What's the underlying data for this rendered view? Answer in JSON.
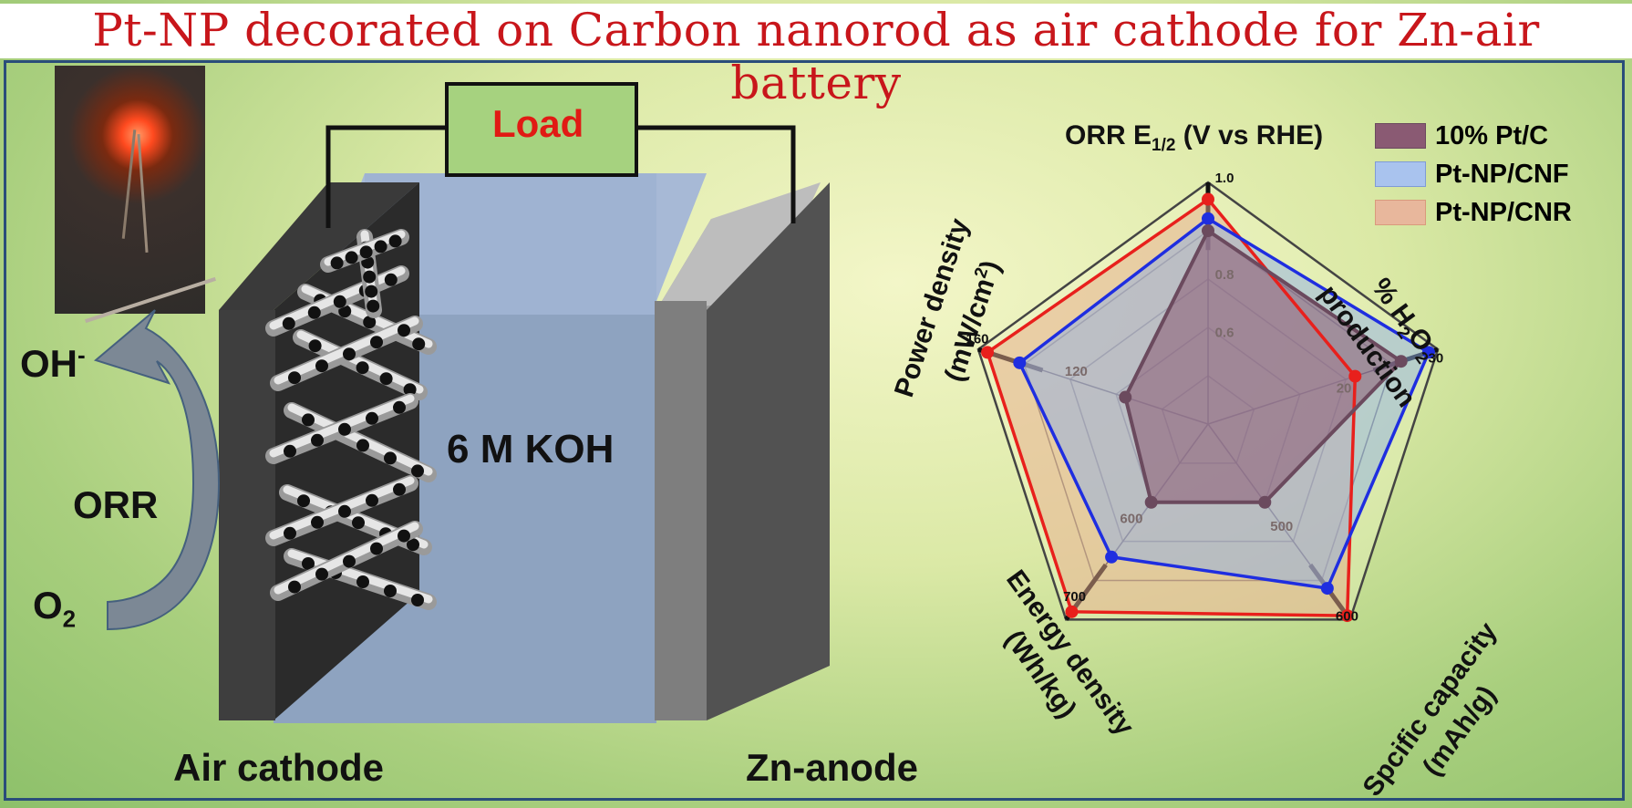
{
  "title": "Pt-NP decorated  on Carbon nanorod as air cathode for  Zn-air battery",
  "cell": {
    "load_label": "Load",
    "electrolyte_label": "6 M KOH",
    "cathode_label": "Air cathode",
    "anode_label": "Zn-anode"
  },
  "reaction": {
    "product": "OH",
    "product_sup": "-",
    "process": "ORR",
    "reactant": "O",
    "reactant_sub": "2"
  },
  "chart_data": {
    "type": "radar",
    "axes": [
      {
        "name": "ORR E1/2 (V vs RHE)",
        "ticks": [
          "0.6",
          "0.8",
          "1.0"
        ]
      },
      {
        "name": "% H2O2 production",
        "ticks": [
          "20",
          "30"
        ]
      },
      {
        "name": "Spcific capacity (mAh/g)",
        "ticks": [
          "500",
          "600"
        ]
      },
      {
        "name": "Energy density (Wh/kg)",
        "ticks": [
          "600",
          "700"
        ]
      },
      {
        "name": "Power density (mW/cm2)",
        "ticks": [
          "120",
          "160"
        ]
      }
    ],
    "series": [
      {
        "name": "10% Pt/C",
        "color": "#6b4a5e",
        "fill": "#8a5a73",
        "normalized": [
          0.8,
          0.84,
          0.4,
          0.4,
          0.36
        ]
      },
      {
        "name": "Pt-NP/CNF",
        "color": "#1f2ee0",
        "fill": "#8fb0e6",
        "normalized": [
          0.85,
          0.96,
          0.84,
          0.68,
          0.82
        ]
      },
      {
        "name": "Pt-NP/CNR",
        "color": "#e8201c",
        "fill": "#e6a98a",
        "normalized": [
          0.93,
          0.64,
          0.98,
          0.96,
          0.96
        ]
      }
    ],
    "legend_position": "top-right"
  },
  "radar_labels": {
    "orr_main": "ORR E",
    "orr_sub": "1/2",
    "orr_rest": " (V vs RHE)",
    "h2o2_line1_pre": "% H",
    "h2o2_sub1": "2",
    "h2o2_mid": "O",
    "h2o2_sub2": "2",
    "h2o2_line2": "production",
    "cap_line1": "Spcific capacity",
    "cap_line2": "(mAh/g)",
    "energy_line1": "Energy density",
    "energy_line2": "(Wh/kg)",
    "power_line1": "Power density",
    "power_line2_pre": "(mW/cm",
    "power_sup": "2",
    "power_line2_post": ")"
  }
}
